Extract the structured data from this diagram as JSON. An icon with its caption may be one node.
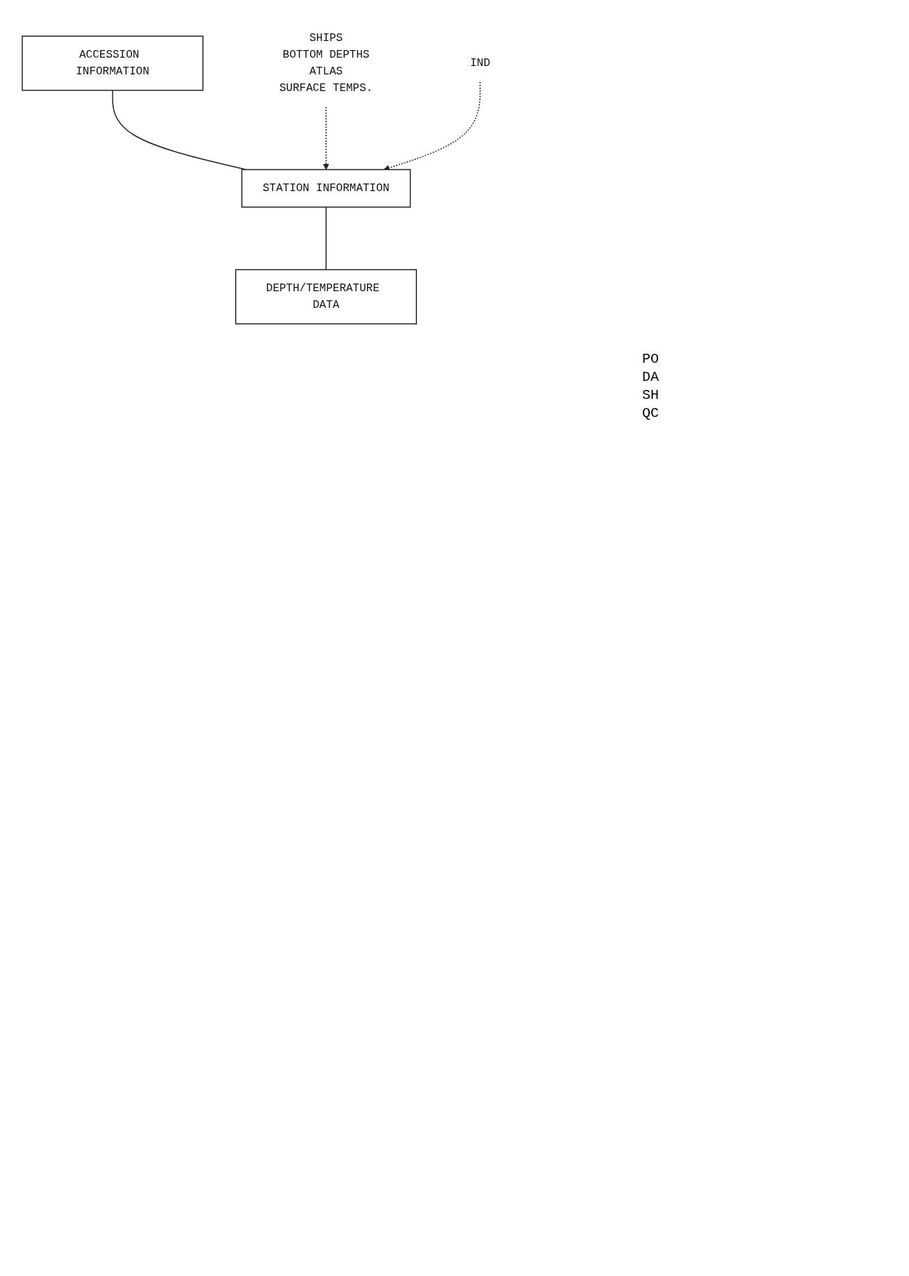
{
  "diagram": {
    "nodes": [
      {
        "text": [
          "ACCESSION INFORMATION"
        ]
      },
      {
        "text": [
          "STATION INFORMATION"
        ]
      },
      {
        "text": [
          "DEPTH/TEMPERATURE DATA"
        ]
      },
      {
        "text": [
          "SHIPS",
          "BOTTOM DEPTHS",
          "ATLAS",
          "SURFACE TEMPS."
        ]
      },
      {
        "text": [
          "IND"
        ]
      }
    ],
    "edges": [
      {
        "from": 0,
        "to": 1,
        "arrow": "none"
      },
      {
        "from": 1,
        "to": 2,
        "arrow": "none"
      },
      {
        "from": 3,
        "to": 1,
        "arrow": "to",
        "style": "dashed"
      },
      {
        "from": 4,
        "to": 1,
        "arrow": "to",
        "style": "dashed"
      }
    ],
    "labels": [
      "PO",
      "DA",
      "SH",
      "QC"
    ]
  }
}
